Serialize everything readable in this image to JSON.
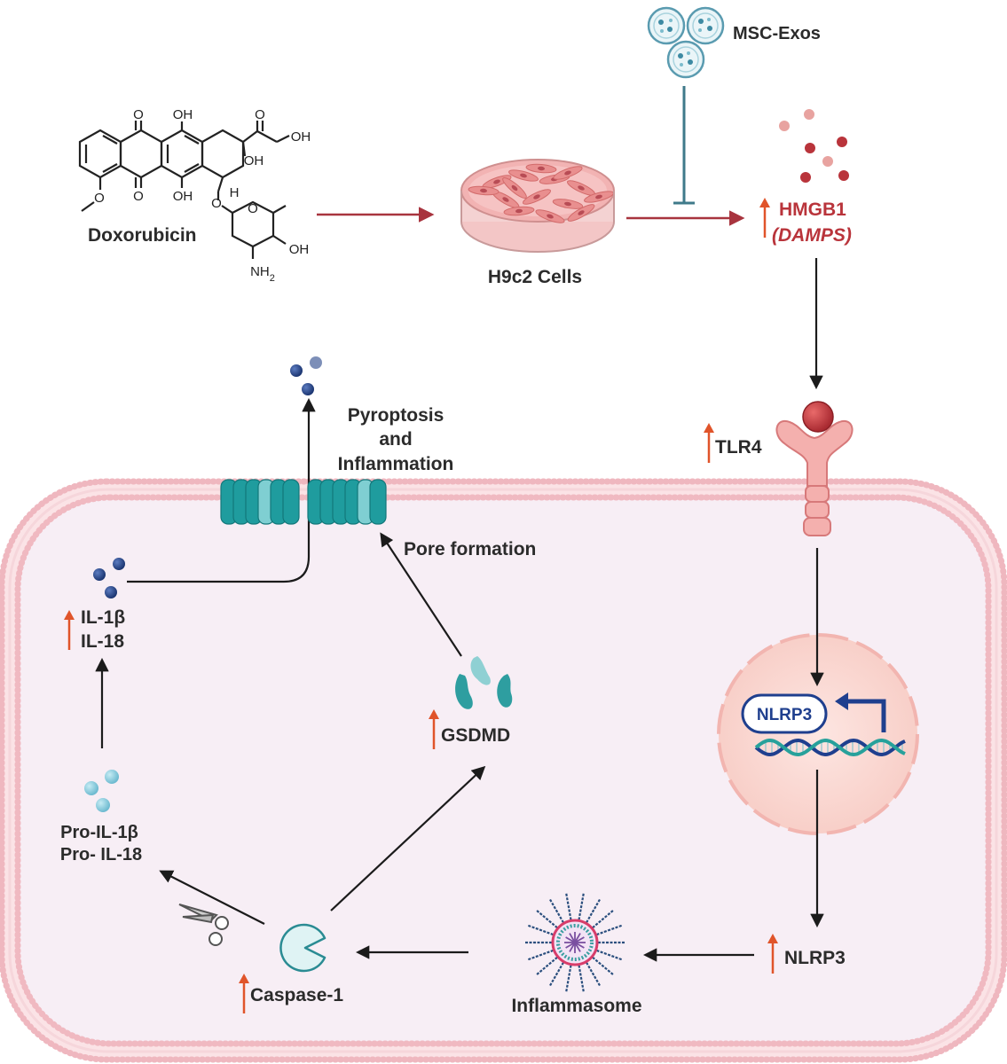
{
  "drug": {
    "name": "Doxorubicin",
    "groups": {
      "o1": "O",
      "oh1": "OH",
      "o2": "O",
      "oh2": "OH",
      "oh3": "OH",
      "o3": "O",
      "h": "H",
      "o4": "O",
      "o5": "O",
      "oh4": "OH",
      "nh2": "NH2",
      "o6": "O"
    }
  },
  "cells": {
    "label": "H9c2 Cells"
  },
  "exosomes": {
    "label": "MSC-Exos"
  },
  "hmgb1": {
    "label": "HMGB1",
    "sublabel": "(DAMPS)"
  },
  "tlr4": {
    "label": "TLR4"
  },
  "nucleus": {
    "gene": "NLRP3"
  },
  "labels": {
    "nlrp3": "NLRP3",
    "inflammasome": "Inflammasome",
    "caspase": "Caspase-1",
    "pro_il": [
      "Pro-IL-1β",
      "Pro- IL-18"
    ],
    "il": [
      "IL-1β",
      "IL-18"
    ],
    "gsdmd": "GSDMD",
    "pore": "Pore formation",
    "pyroptosis": [
      "Pyroptosis",
      "and",
      "Inflammation"
    ]
  },
  "colors": {
    "arrow": "#1b1b1b",
    "upregulation": "#e0542a",
    "hmgb1": "#b9343b",
    "drug_arrow": "#a8343e",
    "inhibition": "#3f7a8a",
    "cell_membrane": "#f2c6cc",
    "cytoplasm": "#f7eef5",
    "nucleus": "#fbd8d3",
    "gsdmd": "#2e9ea0",
    "caspase": "#dff3f4",
    "dna_blue": "#1f3f8e",
    "dna_teal": "#27a19b",
    "cytokine_dark": "#2b4a8b",
    "cytokine_light": "#8ecfe0"
  }
}
